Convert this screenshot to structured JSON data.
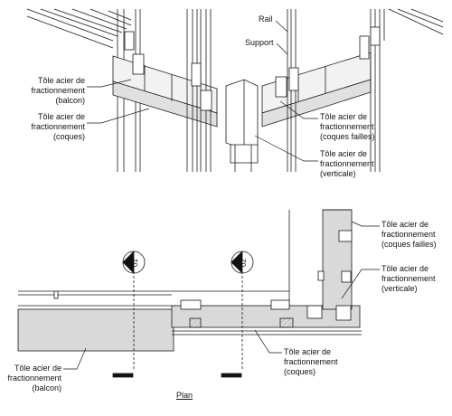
{
  "iso_labels": {
    "rail": "Rail",
    "support": "Support",
    "balcon": [
      "Tôle acier de",
      "fractionnement",
      "(balcon)"
    ],
    "coques": [
      "Tôle acier de",
      "fractionnement",
      "(coques)"
    ],
    "coques_failles": [
      "Tôle acier de",
      "fractionnement",
      "(coques failles)"
    ],
    "verticale": [
      "Tôle acier de",
      "fractionnement",
      "(verticale)"
    ]
  },
  "plan_labels": {
    "coques_failles": [
      "Tôle acier de",
      "fractionnement",
      "(coques failles)"
    ],
    "verticale": [
      "Tôle acier de",
      "fractionnement",
      "(verticale)"
    ],
    "coques": [
      "Tôle acier de",
      "fractionnement",
      "(coques)"
    ],
    "balcon": [
      "Tôle acier de",
      "fractionnement",
      "(balcon)"
    ]
  },
  "axis_markers": [
    "01",
    "02"
  ],
  "view_title": "Plan",
  "colors": {
    "line": "#1a1a1a",
    "fill_light": "#d9d9d9",
    "fill_mid": "#bdbdbd"
  }
}
